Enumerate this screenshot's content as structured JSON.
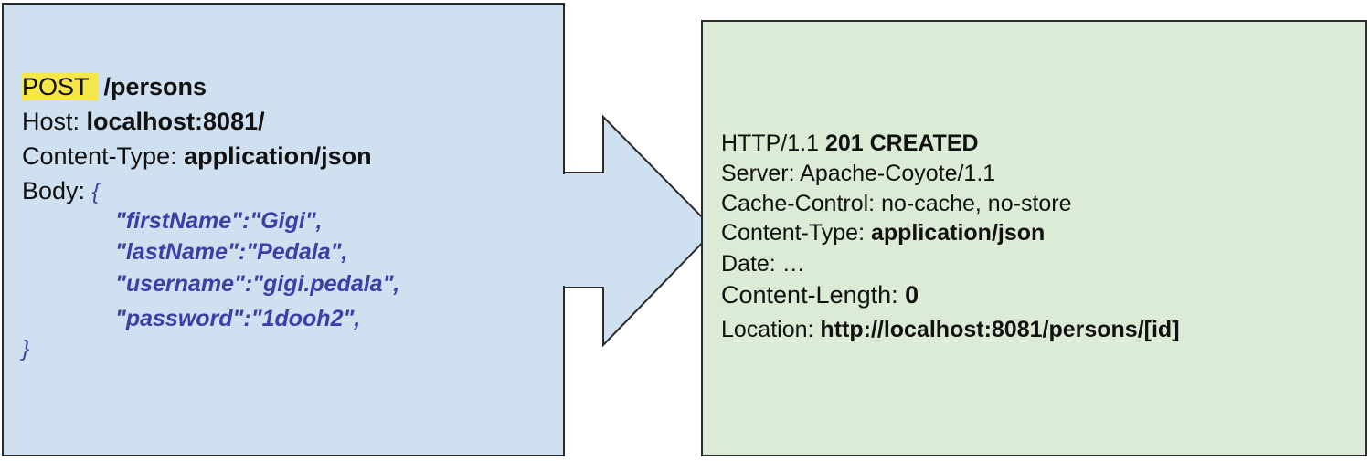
{
  "request": {
    "method": "POST",
    "path": "/persons",
    "host_label": "Host: ",
    "host_value": "localhost:8081/",
    "content_type_label": "Content-Type: ",
    "content_type_value": "application/json",
    "body_label": "Body: ",
    "open_brace": "{",
    "body_lines": [
      "\"firstName\":\"Gigi\",",
      "\"lastName\":\"Pedala\",",
      "\"username\":\"gigi.pedala\",",
      "\"password\":\"1dooh2\","
    ],
    "close_brace": "}"
  },
  "response": {
    "status_prefix": "HTTP/1.1 ",
    "status_value": "201 CREATED",
    "server": "Server: Apache-Coyote/1.1",
    "cache_control": "Cache-Control: no-cache, no-store",
    "content_type_label": "Content-Type: ",
    "content_type_value": "application/json",
    "date": "Date: …",
    "content_length_label": "Content-Length: ",
    "content_length_value": "0",
    "location_label": "Location: ",
    "location_value": "http://localhost:8081/persons/[id]"
  },
  "colors": {
    "request_bg": "#cfe0f1",
    "response_bg": "#dcebd5",
    "arrow_fill": "#cfe0f1",
    "method_highlight": "#f5e64a",
    "json_text": "#3b3fa8"
  }
}
